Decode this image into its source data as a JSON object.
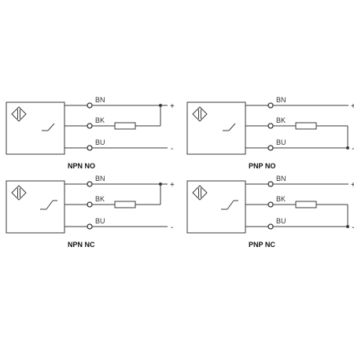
{
  "diagrams": [
    {
      "caption": "NPN NO",
      "contact": "no",
      "tie": "plus",
      "wires": [
        "BN",
        "BK",
        "BU"
      ],
      "signs": [
        "+",
        "-"
      ]
    },
    {
      "caption": "PNP NO",
      "contact": "no",
      "tie": "minus",
      "wires": [
        "BN",
        "BK",
        "BU"
      ],
      "signs": [
        "+",
        "-"
      ]
    },
    {
      "caption": "NPN NC",
      "contact": "nc",
      "tie": "plus",
      "wires": [
        "BN",
        "BK",
        "BU"
      ],
      "signs": [
        "+",
        "-"
      ]
    },
    {
      "caption": "PNP NC",
      "contact": "nc",
      "tie": "minus",
      "wires": [
        "BN",
        "BK",
        "BU"
      ],
      "signs": [
        "+",
        "-"
      ]
    }
  ],
  "colors": {
    "line": "#3a3a3a",
    "text": "#111111"
  },
  "icons": [
    "sensor-symbol-icon",
    "switch-contact-icon",
    "resistor-icon",
    "terminal-icon",
    "junction-dot-icon"
  ]
}
